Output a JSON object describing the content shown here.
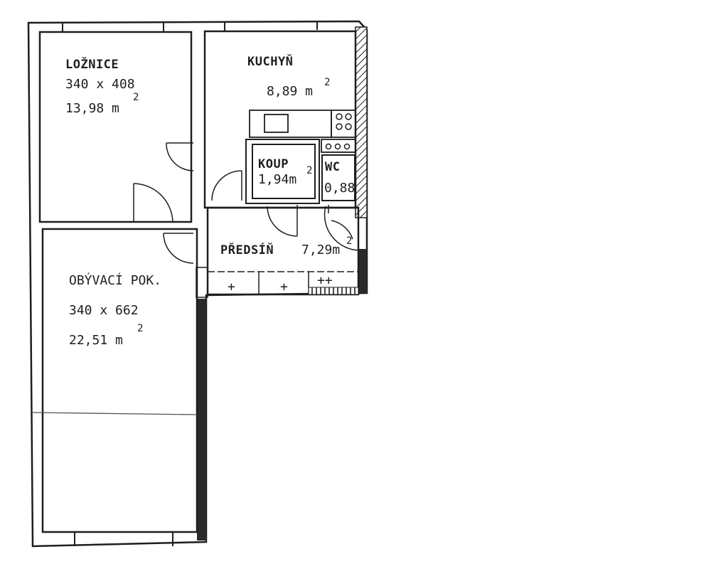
{
  "plan": {
    "colors": {
      "ink": "#1e1e1e",
      "paper": "#ffffff",
      "bearing_wall": "#2a2a2a"
    },
    "rooms": [
      {
        "id": "loznice",
        "name": "LOŽNICE",
        "dimensions": "340 x 408",
        "area": "13,98 m",
        "area_sup": "2"
      },
      {
        "id": "kuchyn",
        "name": "KUCHYŇ",
        "area": "8,89 m",
        "area_sup": "2"
      },
      {
        "id": "koupelna",
        "name": "KOUP",
        "area": "1,94m",
        "area_sup": "2"
      },
      {
        "id": "wc",
        "name": "WC",
        "area": "0,88"
      },
      {
        "id": "predsin",
        "name": "PŘEDSÍŇ",
        "area": "7,29m",
        "area_sup": "2"
      },
      {
        "id": "obyvaci",
        "name": "OBÝVACÍ POK.",
        "dimensions": "340 x 662",
        "area": "22,51 m",
        "area_sup": "2"
      }
    ],
    "fixtures": {
      "hallway_closets": [
        "+",
        "+",
        "++"
      ],
      "stove_burners": 4
    }
  }
}
